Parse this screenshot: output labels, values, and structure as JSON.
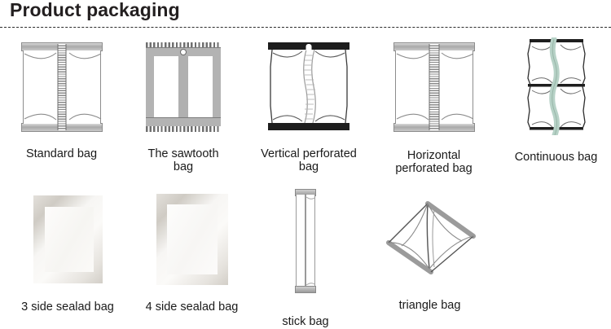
{
  "page": {
    "title": "Product packaging",
    "background_color": "#ffffff",
    "title_color": "#231f20",
    "divider_color": "#2b2b2b",
    "divider_style": "dashed"
  },
  "rows": [
    {
      "row_index": 1,
      "items": [
        {
          "id": "standard-bag",
          "label": "Standard bag",
          "icon": "standard-bag-icon"
        },
        {
          "id": "sawtooth-bag",
          "label": "The sawtooth\nbag",
          "icon": "sawtooth-bag-icon"
        },
        {
          "id": "vertical-perforated-bag",
          "label": "Vertical perforated\nbag",
          "icon": "vertical-perforated-bag-icon"
        },
        {
          "id": "horizontal-perforated-bag",
          "label": "Horizontal\nperforated bag",
          "icon": "horizontal-perforated-bag-icon"
        },
        {
          "id": "continuous-bag",
          "label": "Continuous bag",
          "icon": "continuous-bag-icon"
        }
      ]
    },
    {
      "row_index": 2,
      "items": [
        {
          "id": "three-side-sealad-bag",
          "label": "3 side  sealad bag",
          "icon": "three-side-sealad-bag-icon"
        },
        {
          "id": "four-side-sealad-bag",
          "label": "4 side  sealad bag",
          "icon": "four-side-sealad-bag-icon"
        },
        {
          "id": "stick-bag",
          "label": "stick bag",
          "icon": "stick-bag-icon"
        },
        {
          "id": "triangle-bag",
          "label": "triangle bag",
          "icon": "triangle-bag-icon"
        }
      ]
    }
  ],
  "colors": {
    "bag_outline": "#8d8d8d",
    "bag_bar_gray": "#a9a9a9",
    "bag_bar_black": "#1d1d1d",
    "continuous_strip": "#cfe0d8",
    "pouch_fill": "#fbfaf8",
    "pouch_edge": "#cfcbc4",
    "text": "#1a1a1a"
  }
}
